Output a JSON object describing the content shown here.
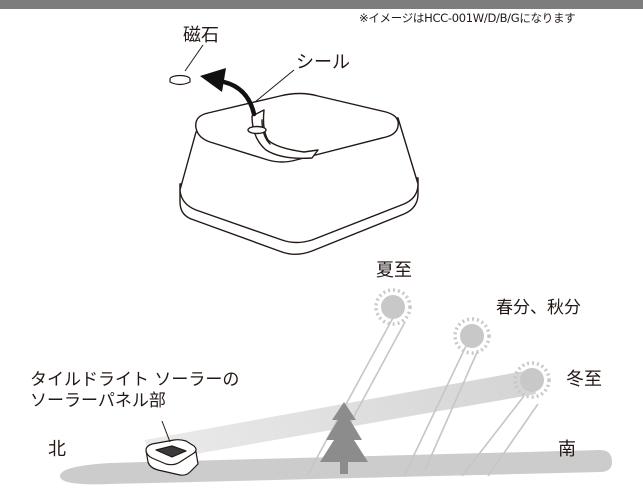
{
  "note": "※イメージはHCC-001W/D/B/Gになります",
  "labels": {
    "magnet": "磁石",
    "seal": "シール",
    "summer_solstice": "夏至",
    "equinox": "春分、秋分",
    "winter_solstice": "冬至",
    "solar_panel_line1": "タイルドライト ソーラーの",
    "solar_panel_line2": "ソーラーパネル部",
    "north": "北",
    "south": "南"
  },
  "colors": {
    "top_bar": "#7d7d7d",
    "sun": "#c8c8c8",
    "sun_rays": "#c8c8c8",
    "beam": "#d2d2d2",
    "ground": "#cccccc",
    "tree": "#8c8c8c",
    "arrow": "#111111",
    "text": "#231815"
  },
  "icons": {
    "device": "light-box-icon",
    "arrow": "curved-arrow-icon",
    "magnet": "magnet-disc-icon",
    "tree": "tree-icon",
    "panel": "solar-panel-icon"
  }
}
